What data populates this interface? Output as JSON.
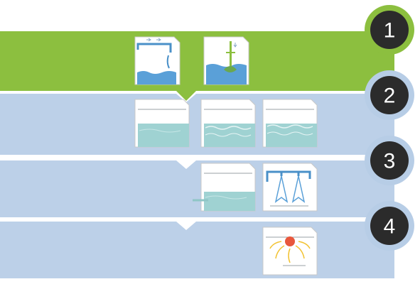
{
  "colors": {
    "green": "#8cbf3f",
    "blue_band": "#bcd0e8",
    "badge_fill": "#2b2b2b",
    "green_ring": "#8cbf3f",
    "blue_ring": "#b7cde6",
    "water": "#5aa0d8",
    "water_light": "#9fd2d2",
    "pipe": "#4a90c8",
    "card_border": "#c8c8c8"
  },
  "steps": [
    {
      "number": "1",
      "icons": [
        "fill-water-icon",
        "stir-paddle-icon"
      ]
    },
    {
      "number": "2",
      "icons": [
        "settling-tank-icon",
        "sediment-tank-icon",
        "sediment-tank-icon-b"
      ]
    },
    {
      "number": "3",
      "icons": [
        "drain-tank-icon",
        "spray-rinse-icon"
      ]
    },
    {
      "number": "4",
      "icons": [
        "sun-dry-icon"
      ]
    }
  ]
}
